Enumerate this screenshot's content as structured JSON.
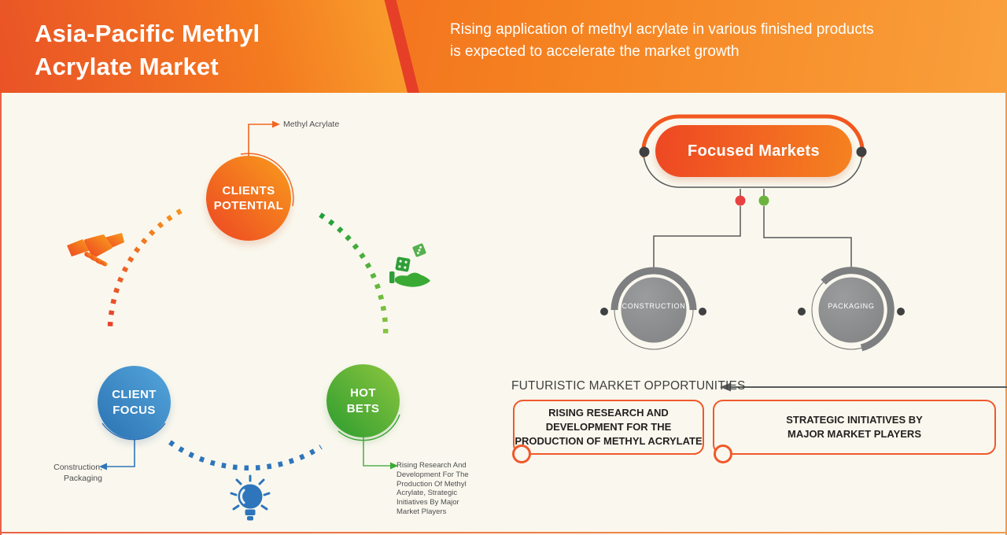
{
  "header": {
    "title": "Asia-Pacific Methyl\nAcrylate Market",
    "subtitle": "Rising application of methyl acrylate in various finished products\nis expected to accelerate the market growth"
  },
  "cycle": {
    "clients_potential_label": "CLIENTS\nPOTENTIAL",
    "clients_potential_note": "Methyl Acrylate",
    "client_focus_label": "CLIENT\nFOCUS",
    "client_focus_note": "Construction,\nPackaging",
    "hot_bets_label": "HOT\nBETS",
    "hot_bets_note": "Rising Research And\nDevelopment For The\nProduction Of Methyl\nAcrylate, Strategic\nInitiatives By Major\nMarket Players",
    "icons": [
      "handshake-icon",
      "dice-hand-icon",
      "lightbulb-icon"
    ]
  },
  "focused_markets": {
    "title": "Focused Markets",
    "segments": [
      "CONSTRUCTION",
      "PACKAGING"
    ]
  },
  "opportunities": {
    "heading": "FUTURISTIC MARKET OPPORTUNITIES",
    "items": [
      "RISING RESEARCH AND\nDEVELOPMENT FOR THE\nPRODUCTION OF METHYL ACRYLATE",
      "STRATEGIC INITIATIVES BY\nMAJOR MARKET PLAYERS"
    ]
  },
  "colors": {
    "accent_orange": "#f26522",
    "accent_blue": "#2e75bb",
    "accent_green": "#3aaa35",
    "gray_circle": "#8d8e8f",
    "dark_text": "#414042",
    "red_dot": "#e94141",
    "green_dot": "#6db33f",
    "background_cream": "#faf8ee"
  }
}
